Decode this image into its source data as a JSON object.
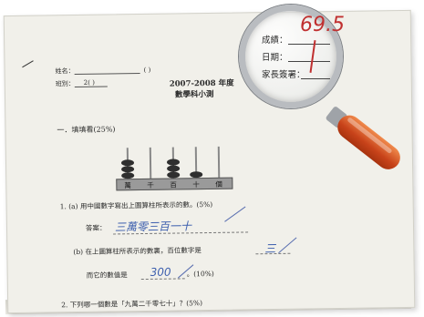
{
  "student_info": {
    "name_label": "姓名：",
    "name_paren": "(     )",
    "class_label": "班別：",
    "class_value": "2(   )"
  },
  "header": {
    "year": "2007-2008 年度",
    "subject": "數學科小測"
  },
  "score_box": {
    "score_label": "成績：",
    "date_label": "日期：",
    "parent_label": "家長簽署：",
    "score_value": "69.5"
  },
  "section1": {
    "title": "一．填填看(25%)"
  },
  "abacus": {
    "labels": [
      "萬",
      "千",
      "百",
      "十",
      "個"
    ]
  },
  "question1": {
    "a_text": "1. (a) 用中國數字寫出上圖算柱所表示的數。(5%)",
    "answer_label": "答案：",
    "answer_value": "三萬零三百一十",
    "b_text": "(b) 在上圖算柱所表示的數裏，百位數字是",
    "b_answer": "三",
    "b_text2": "而它的數值是",
    "b_value": "300",
    "b_percent": "。(10%)"
  },
  "question2": {
    "text": "2. 下列哪一個數是「九萬二千零七十」？(5%)"
  }
}
